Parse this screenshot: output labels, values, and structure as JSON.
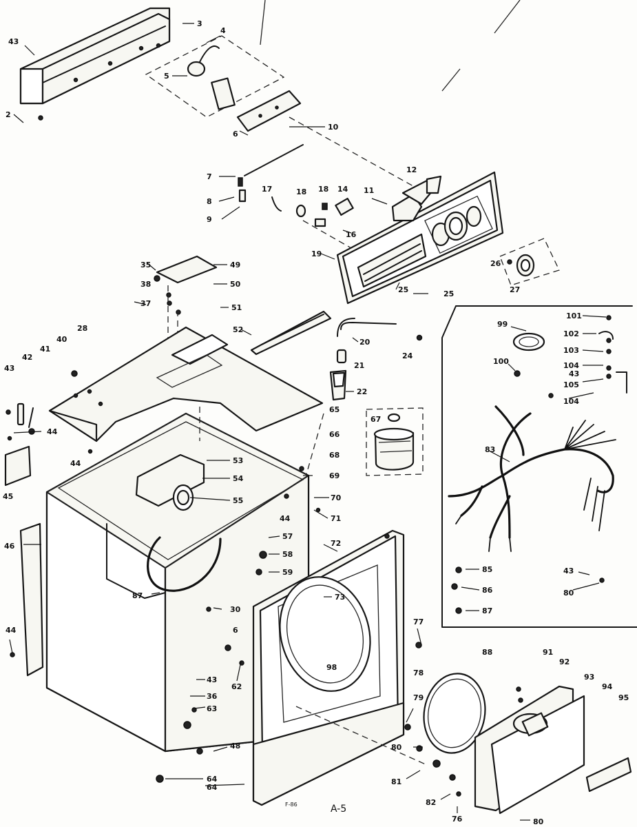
{
  "figure": {
    "page_code": "A-5",
    "stamp": "F-86"
  },
  "callouts": {
    "c43_top": "43",
    "c3_top": "3",
    "c4": "4",
    "c5": "5",
    "c2": "2",
    "c6": "6",
    "c10": "10",
    "c7": "7",
    "c8": "8",
    "c9": "9",
    "c12": "12",
    "c17": "17",
    "c18a": "18",
    "c18b": "18",
    "c14": "14",
    "c11": "11",
    "c16": "16",
    "c19": "19",
    "c26": "26",
    "c27": "27",
    "c25a": "25",
    "c25b": "25",
    "c35": "35",
    "c38": "38",
    "c37": "37",
    "c49": "49",
    "c50": "50",
    "c51": "51",
    "c52": "52",
    "c20": "20",
    "c24": "24",
    "c21": "21",
    "c22": "22",
    "c28": "28",
    "c43_left": "43",
    "c42": "42",
    "c41": "41",
    "c40": "40",
    "c44_a": "44",
    "c44_b": "44",
    "c45": "45",
    "c65": "65",
    "c66": "66",
    "c67": "67",
    "c68": "68",
    "c69": "69",
    "c70": "70",
    "c71": "71",
    "c53": "53",
    "c54": "54",
    "c55": "55",
    "c44_c": "44",
    "c46": "46",
    "c57": "57",
    "c58": "58",
    "c59": "59",
    "c72": "72",
    "c87": "87",
    "c30": "30",
    "c6b": "6",
    "c44_d": "44",
    "c73": "73",
    "c77": "77",
    "c98": "98",
    "c62": "62",
    "c43_b": "43",
    "c36": "36",
    "c63": "63",
    "c48": "48",
    "c64a": "64",
    "c64b": "64",
    "c78": "78",
    "c79": "79",
    "c80_a": "80",
    "c81": "81",
    "c82": "82",
    "c76": "76",
    "c88": "88",
    "c91": "91",
    "c92": "92",
    "c93": "93",
    "c94": "94",
    "c95": "95",
    "c80_b": "80",
    "c99": "99",
    "c100": "100",
    "c101": "101",
    "c102": "102",
    "c103": "103",
    "c104a": "104",
    "c43_w": "43",
    "c105": "105",
    "c104b": "104",
    "c83": "83",
    "c85": "85",
    "c86": "86",
    "c87b": "87",
    "c43_w2": "43",
    "c80_w": "80"
  }
}
